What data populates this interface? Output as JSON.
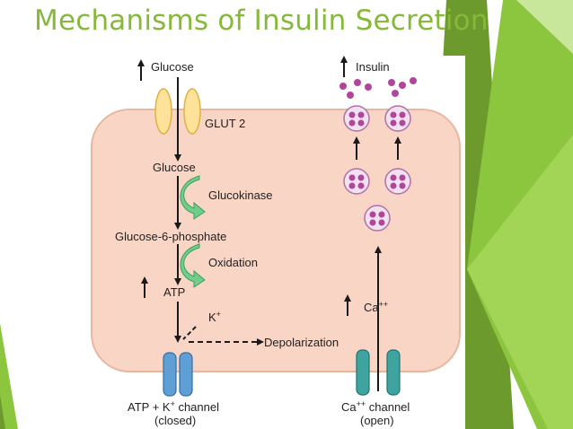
{
  "slide": {
    "title": "Mechanisms of Insulin Secretion"
  },
  "diagram": {
    "labels": {
      "glucose_outside": "Glucose",
      "glut2": "GLUT 2",
      "glucose_inside": "Glucose",
      "glucokinase": "Glucokinase",
      "g6p": "Glucose-6-phosphate",
      "oxidation": "Oxidation",
      "atp": "ATP",
      "k": "K",
      "k_sup": "+",
      "depolarization": "Depolarization",
      "atp_k_channel_a": "ATP + K",
      "atp_k_channel_sup": "+",
      "atp_k_channel_b": " channel",
      "atp_k_channel_state": "(closed)",
      "insulin": "Insulin",
      "ca": "Ca",
      "ca_sup": "++",
      "ca_channel_a": "Ca",
      "ca_channel_sup": "++",
      "ca_channel_b": " channel",
      "ca_channel_state": "(open)"
    },
    "colors": {
      "cell_fill": "#f9d5c5",
      "cell_stroke": "#e9b7a0",
      "glut_fill": "#fde39a",
      "glut_stroke": "#e0b040",
      "enzyme_arrow": "#6fcf8a",
      "granule_fill": "#f2e1ef",
      "granule_stroke": "#b26fa8",
      "granule_dot": "#b0459b",
      "atp_channel": "#5f9fd6",
      "ca_channel": "#3fa3a0",
      "title_green": "#86b83a"
    }
  }
}
